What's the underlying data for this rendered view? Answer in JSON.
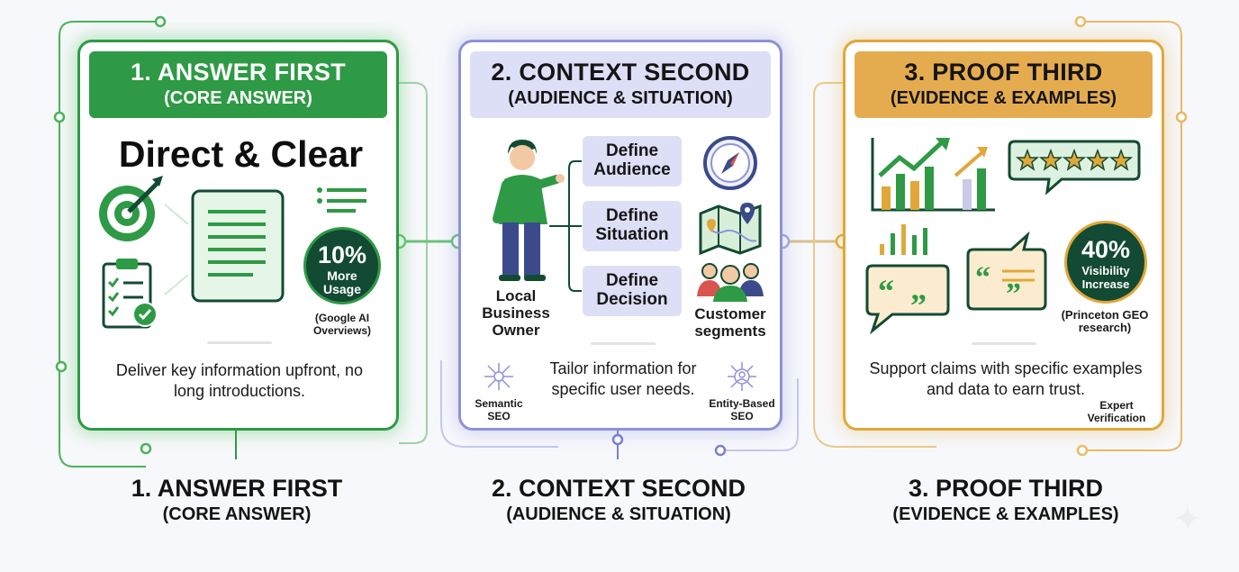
{
  "steps": [
    {
      "title": "1. ANSWER FIRST",
      "subtitle": "(CORE ANSWER)",
      "headline": "Direct & Clear",
      "stat_value": "10%",
      "stat_label": "More Usage",
      "stat_source": "(Google AI Overviews)",
      "caption": "Deliver key information upfront, no long introductions."
    },
    {
      "title": "2. CONTEXT SECOND",
      "subtitle": "(AUDIENCE & SITUATION)",
      "person_label": "Local Business Owner",
      "define_items": [
        "Define Audience",
        "Define Situation",
        "Define Decision"
      ],
      "segments_label": "Customer segments",
      "caption": "Tailor information for specific user needs.",
      "left_tag": "Semantic SEO",
      "right_tag": "Entity-Based SEO"
    },
    {
      "title": "3. PROOF THIRD",
      "subtitle": "(EVIDENCE & EXAMPLES)",
      "stat_value": "40%",
      "stat_label": "Visibility Increase",
      "stat_source": "(Princeton GEO research)",
      "caption": "Support claims with specific examples and data to earn trust.",
      "tag": "Expert Verification"
    }
  ],
  "colors": {
    "green": "#2e9a45",
    "purple": "#8e92d8",
    "gold": "#e0a83a",
    "dark_green": "#134a33"
  }
}
